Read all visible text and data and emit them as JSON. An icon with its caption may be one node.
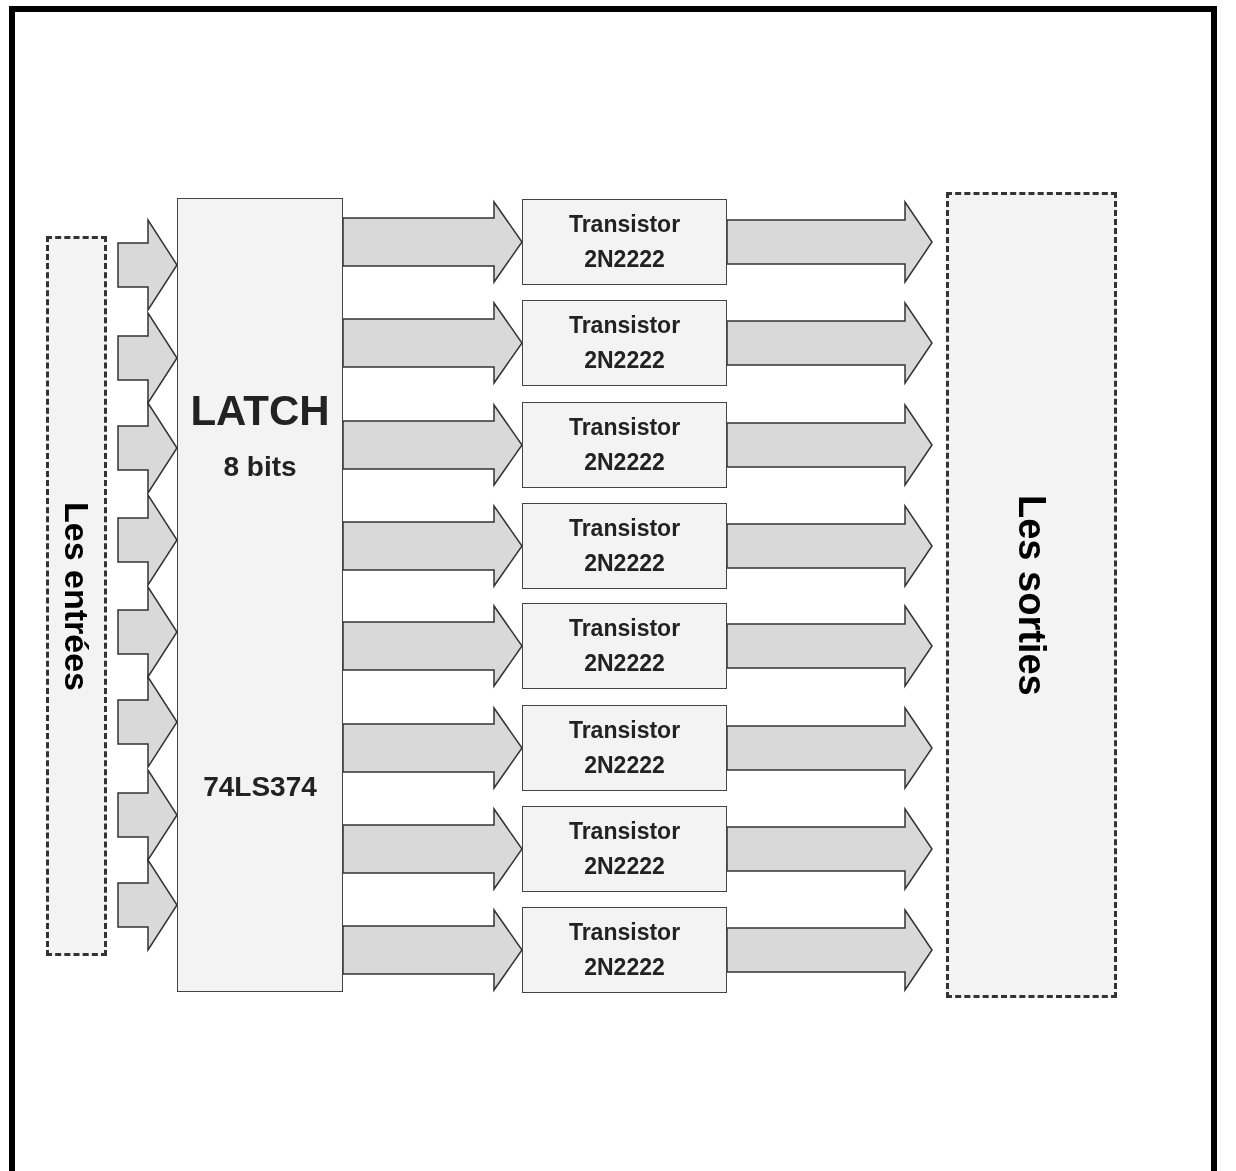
{
  "diagram": {
    "nodes": [
      {
        "text": [
          "Les entrées"
        ]
      },
      {
        "text": [
          "LATCH",
          "8 bits",
          "74LS374"
        ]
      },
      {
        "text": [
          "Transistor 2N2222"
        ]
      },
      {
        "text": [
          "Transistor 2N2222"
        ]
      },
      {
        "text": [
          "Transistor 2N2222"
        ]
      },
      {
        "text": [
          "Transistor 2N2222"
        ]
      },
      {
        "text": [
          "Transistor 2N2222"
        ]
      },
      {
        "text": [
          "Transistor 2N2222"
        ]
      },
      {
        "text": [
          "Transistor 2N2222"
        ]
      },
      {
        "text": [
          "Transistor 2N2222"
        ]
      },
      {
        "text": [
          "Les sorties"
        ]
      }
    ],
    "edges": [
      {
        "from": 0,
        "to": 1,
        "arrow": "to"
      },
      {
        "from": 0,
        "to": 1,
        "arrow": "to"
      },
      {
        "from": 0,
        "to": 1,
        "arrow": "to"
      },
      {
        "from": 0,
        "to": 1,
        "arrow": "to"
      },
      {
        "from": 0,
        "to": 1,
        "arrow": "to"
      },
      {
        "from": 0,
        "to": 1,
        "arrow": "to"
      },
      {
        "from": 0,
        "to": 1,
        "arrow": "to"
      },
      {
        "from": 0,
        "to": 1,
        "arrow": "to"
      },
      {
        "from": 1,
        "to": 2,
        "arrow": "to"
      },
      {
        "from": 1,
        "to": 3,
        "arrow": "to"
      },
      {
        "from": 1,
        "to": 4,
        "arrow": "to"
      },
      {
        "from": 1,
        "to": 5,
        "arrow": "to"
      },
      {
        "from": 1,
        "to": 6,
        "arrow": "to"
      },
      {
        "from": 1,
        "to": 7,
        "arrow": "to"
      },
      {
        "from": 1,
        "to": 8,
        "arrow": "to"
      },
      {
        "from": 1,
        "to": 9,
        "arrow": "to"
      },
      {
        "from": 2,
        "to": 10,
        "arrow": "to"
      },
      {
        "from": 3,
        "to": 10,
        "arrow": "to"
      },
      {
        "from": 4,
        "to": 10,
        "arrow": "to"
      },
      {
        "from": 5,
        "to": 10,
        "arrow": "to"
      },
      {
        "from": 6,
        "to": 10,
        "arrow": "to"
      },
      {
        "from": 7,
        "to": 10,
        "arrow": "to"
      },
      {
        "from": 8,
        "to": 10,
        "arrow": "to"
      },
      {
        "from": 9,
        "to": 10,
        "arrow": "to"
      }
    ]
  }
}
